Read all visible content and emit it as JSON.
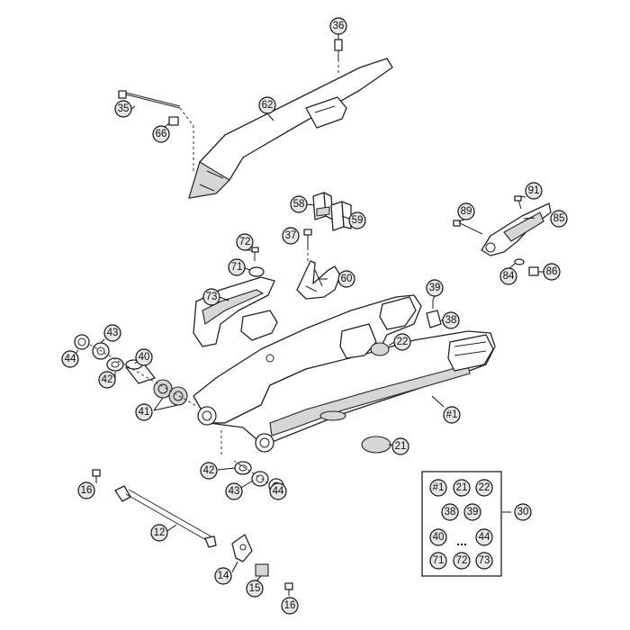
{
  "callouts": {
    "c36": "36",
    "c35": "35",
    "c62": "62",
    "c66": "66",
    "c58": "58",
    "c59": "59",
    "c37": "37",
    "c60": "60",
    "c72": "72",
    "c71": "71",
    "c73": "73",
    "c91": "91",
    "c89": "89",
    "c85": "85",
    "c84": "84",
    "c86": "86",
    "c39": "39",
    "c38": "38",
    "c22": "22",
    "c43a": "43",
    "c44a": "44",
    "c40": "40",
    "c42a": "42",
    "c41": "41",
    "c1": "#1",
    "c21": "21",
    "c42b": "42",
    "c43b": "43",
    "c44b": "44",
    "c16a": "16",
    "c12": "12",
    "c14": "14",
    "c15": "15",
    "c16b": "16",
    "c30": "30"
  },
  "kit_legend": {
    "items": [
      "#1",
      "21",
      "22",
      "38",
      "39",
      "40",
      "44",
      "71",
      "72",
      "73"
    ],
    "ellipsis": "..."
  }
}
